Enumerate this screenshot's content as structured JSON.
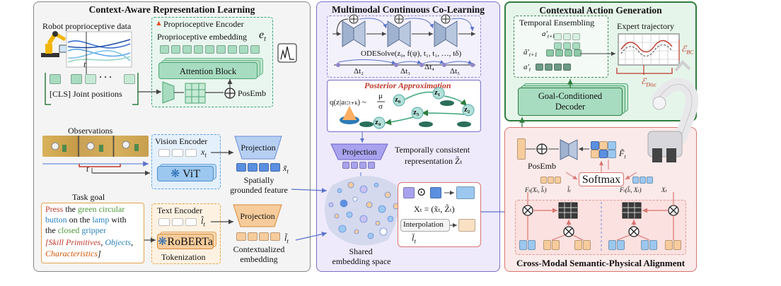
{
  "panels": {
    "left": {
      "title": "Context-Aware Representation Learning"
    },
    "middle": {
      "title": "Multimodal Continuous Co-Learning"
    },
    "right_top": {
      "title": "Contextual Action Generation"
    },
    "right_bottom": {
      "title": "Cross-Modal Semantic-Physical Alignment"
    }
  },
  "left": {
    "robot_data_label": "Robot proprioceptive data",
    "t_label": "t",
    "dots": "· · ·",
    "cls_label": "[CLS] Joint positions",
    "proprio_encoder": "Proprioceptive Encoder",
    "proprio_embedding": "Proprioceptive embedding",
    "e_t": "e",
    "e_sub": "t",
    "attention_block": "Attention Block",
    "posemb": "PosEmb",
    "observations": "Observations",
    "t2_label": "t",
    "vision_encoder": "Vision Encoder",
    "x_t": "x",
    "x_sub": "t",
    "vit": "ViT",
    "projection1": "Projection",
    "x_tilde": "x̃",
    "x_tilde_sub": "t",
    "spatially": "Spatially",
    "grounded": "grounded feature",
    "task_goal": "Task goal",
    "goal_w1": "Press",
    "goal_w2": " the ",
    "goal_w3": "green circular",
    "goal_w4": "button",
    "goal_w5": " on the ",
    "goal_w6": "lamp",
    "goal_w7": " with",
    "goal_w8": "the ",
    "goal_w9": "closed",
    "goal_w10": " gripper",
    "skill_primitives": "[Skill Primitives",
    "objects": "Objects",
    "characteristics": "Characteristics",
    "bracket_end": "]",
    "comma": ", ",
    "text_encoder": "Text Encoder",
    "l_hat": "l̂",
    "l_sub": "t",
    "roberta": "RoBERTa",
    "tokenization": "Tokenization",
    "projection2": "Projection",
    "l_tilde": "l̃",
    "l_tilde_sub": "t",
    "contextualized": "Contextualized",
    "embedding": "embedding"
  },
  "middle": {
    "odesolve": "ODESolve(z₀, f(ψ), t₁, t₁, …, tδ)",
    "dt2": "Δt₂",
    "dt3": "Δt₃",
    "dt4": "Δt₄",
    "dt5": "Δt₅",
    "posterior": "Posterior Approximation",
    "q_expr": "q(z|aₜ:ₜ₊ₖ) ~",
    "mu": "μ",
    "sigma": "σ",
    "z0": "z₀",
    "z1": "z₁",
    "z2": "z₂",
    "z3": "z₃",
    "z4": "z₄",
    "projection": "Projection",
    "temporally": "Temporally consistent",
    "representation": "representation Z̃ₜ",
    "shared": "Shared",
    "embedding_space": "embedding space",
    "odot": "⊙",
    "x_eq": "Xₜ = (x̃ₜ, Z̃ₜ)",
    "interpolation": "Interpolation",
    "l_bar": "l̄",
    "l_bar_sub": "t"
  },
  "right_top": {
    "temporal_ensembling": "Temporal Ensembling",
    "a_tk": "a′",
    "a_tk_sub": "t+k",
    "a_t1": "ã′",
    "a_t1_sub": "t+1",
    "a_t": "a′",
    "a_t_sub": "t",
    "expert_trajectory": "Expert trajectory",
    "e_bc": "ℰ",
    "e_bc_sub": "BC",
    "e_disc": "ℰ",
    "e_disc_sub": "Disc",
    "goal_conditioned": "Goal-Conditioned",
    "decoder": "Decoder"
  },
  "right_bottom": {
    "posemb": "PosEmb",
    "f_tilde": "F̃",
    "f_tilde_sub": "t",
    "softmax": "Softmax",
    "f_left": "Fₜ(Xₜ, l̃ₜ)",
    "l_tilde_t": "l̃ₜ",
    "f_right": "Fₜ(l̃ₜ, Xₜ)",
    "x_t": "Xₜ",
    "otimes": "⊗"
  },
  "colors": {
    "left_bg": "#f4f4f4",
    "mid_bg": "#eeeafb",
    "mid_border": "#7b6fc8",
    "rt_bg": "#e6f5ea",
    "rt_border": "#2f7d3e",
    "rb_bg": "#fbeaea",
    "rb_border": "#d9746f",
    "green_cell": "#a8dcc0",
    "blue_cell": "#9cc8f0",
    "orange_cell": "#f7cc9c",
    "purple_cell": "#a9a2ee"
  }
}
